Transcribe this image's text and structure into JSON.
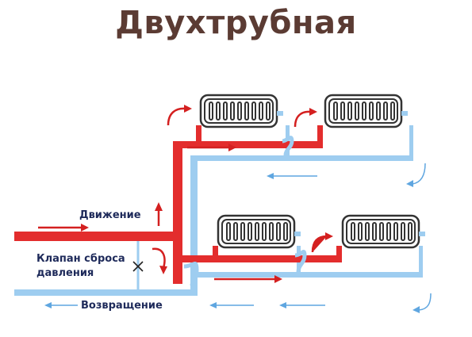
{
  "title": "Двухтрубная",
  "labels": {
    "flow": "Движение",
    "valve_line1": "Клапан сброса",
    "valve_line2": "давления",
    "return": "Возвращение"
  },
  "colors": {
    "supply": "#e32d2d",
    "return": "#9ecdf0",
    "arrow_return": "#5fa6e0",
    "radiator": "#333333",
    "title": "#5b3b33",
    "label": "#1e2a5a"
  }
}
